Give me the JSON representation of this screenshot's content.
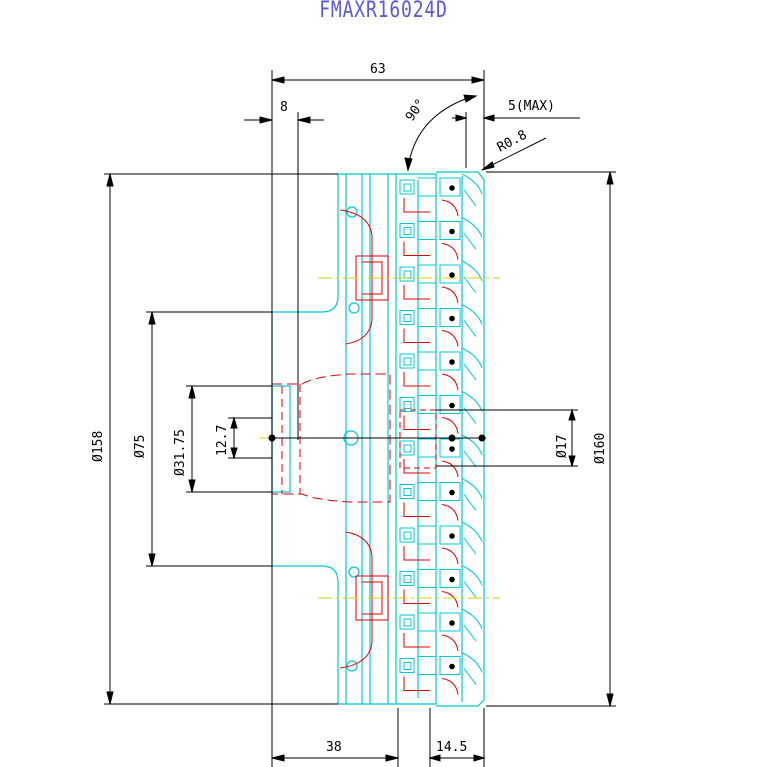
{
  "drawing": {
    "title": "FMAXR16024D",
    "colors": {
      "title": "#5a5ad6",
      "body": "#00c8d8",
      "hidden": "#e00000",
      "center": "#e6c800",
      "dimension": "#000000"
    },
    "dimensions": {
      "width_total": "63",
      "bore_depth": "8",
      "angle": "90°",
      "max_depth": "5(MAX)",
      "corner_radius": "R0.8",
      "dia_outer_body": "Ø158",
      "dia_hub": "Ø75",
      "dia_bore": "Ø31.75",
      "keyway": "12.7",
      "dia_center": "Ø17",
      "dia_cutting": "Ø160",
      "hub_length": "38",
      "insert_width": "14.5"
    }
  }
}
